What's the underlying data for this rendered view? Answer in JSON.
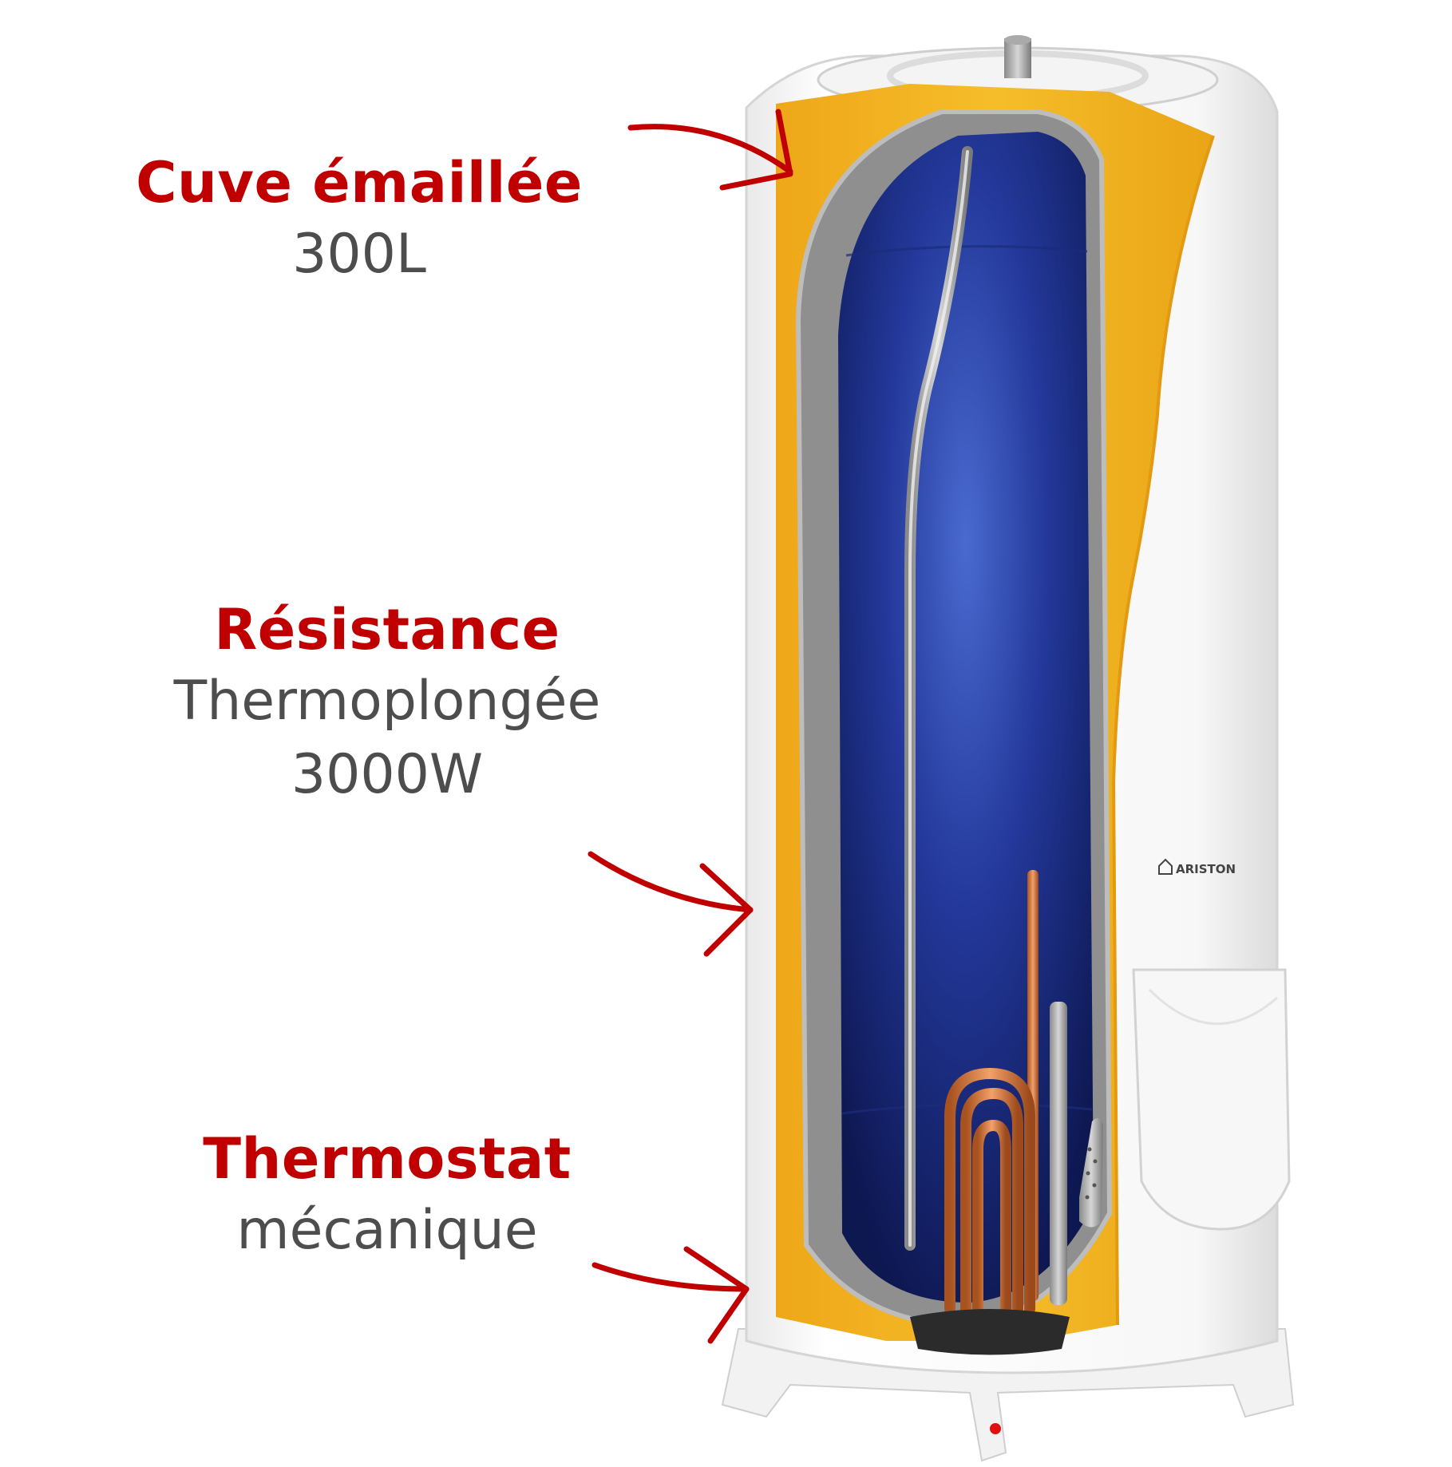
{
  "callouts": {
    "tank": {
      "heading": "Cuve émaillée",
      "lines": [
        "300L"
      ]
    },
    "resistance": {
      "heading": "Résistance",
      "lines": [
        "Thermoplongée",
        "3000W"
      ]
    },
    "thermostat": {
      "heading": "Thermostat",
      "lines": [
        "mécanique"
      ]
    }
  },
  "product": {
    "brand": "ARISTON"
  },
  "colors": {
    "heading": "#c00000",
    "subtext": "#4d4d4d",
    "arrow": "#c00000",
    "insulation": "#f2b51e",
    "tank_interior": "#1a2d78",
    "casing": "#ffffff",
    "copper": "#d97a3c"
  }
}
